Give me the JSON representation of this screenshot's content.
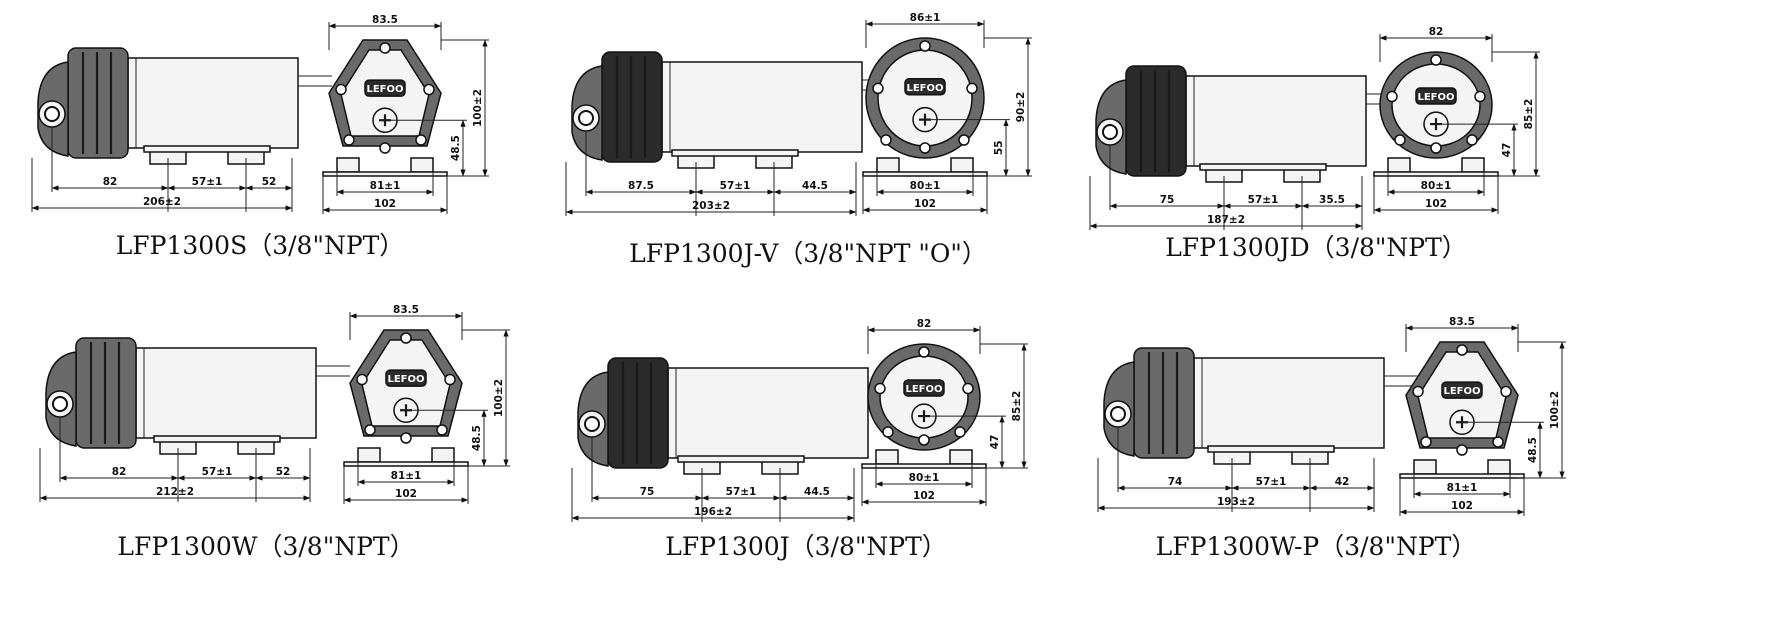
{
  "colors": {
    "ink": "#111111",
    "body_gray": "#f4f4f4",
    "housing_dark": "#2b2b2b",
    "housing_mid": "#6a6a6a"
  },
  "brand": "LEFOO",
  "drawings": [
    {
      "caption": "LFP1300S（3/8\"NPT）",
      "side": {
        "a": "82",
        "b": "57±1",
        "c": "52",
        "total": "206±2"
      },
      "front": {
        "width": "83.5",
        "height": "100±2",
        "inner": "48.5",
        "feet": "81±1",
        "base": "102"
      }
    },
    {
      "caption": "LFP1300J-V（3/8\"NPT \"O\"）",
      "side": {
        "a": "87.5",
        "b": "57±1",
        "c": "44.5",
        "total": "203±2"
      },
      "front": {
        "width": "86±1",
        "height": "90±2",
        "inner": "55",
        "feet": "80±1",
        "base": "102"
      }
    },
    {
      "caption": "LFP1300JD（3/8\"NPT）",
      "side": {
        "a": "75",
        "b": "57±1",
        "c": "35.5",
        "total": "187±2"
      },
      "front": {
        "width": "82",
        "height": "85±2",
        "inner": "47",
        "feet": "80±1",
        "base": "102"
      }
    },
    {
      "caption": "LFP1300W（3/8\"NPT）",
      "side": {
        "a": "82",
        "b": "57±1",
        "c": "52",
        "total": "212±2"
      },
      "front": {
        "width": "83.5",
        "height": "100±2",
        "inner": "48.5",
        "feet": "81±1",
        "base": "102"
      }
    },
    {
      "caption": "LFP1300J（3/8\"NPT）",
      "side": {
        "a": "75",
        "b": "57±1",
        "c": "44.5",
        "total": "196±2"
      },
      "front": {
        "width": "82",
        "height": "85±2",
        "inner": "47",
        "feet": "80±1",
        "base": "102"
      }
    },
    {
      "caption": "LFP1300W-P（3/8\"NPT）",
      "side": {
        "a": "74",
        "b": "57±1",
        "c": "42",
        "total": "193±2"
      },
      "front": {
        "width": "83.5",
        "height": "100±2",
        "inner": "48.5",
        "feet": "81±1",
        "base": "102"
      }
    }
  ]
}
